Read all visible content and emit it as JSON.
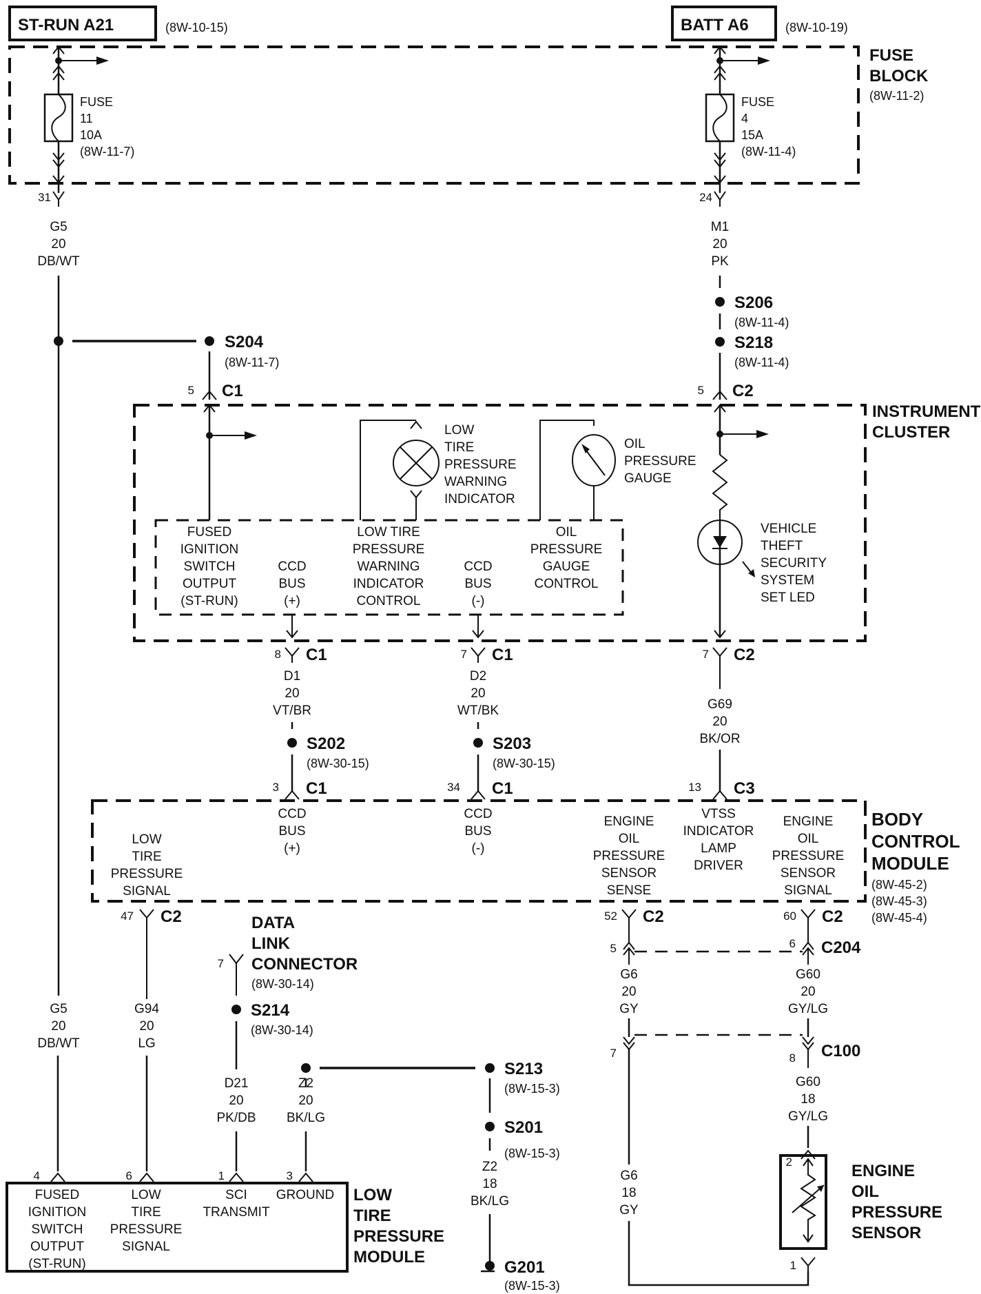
{
  "power_sources": {
    "st_run": {
      "label": "ST-RUN A21",
      "ref": "(8W-10-15)"
    },
    "batt": {
      "label": "BATT A6",
      "ref": "(8W-10-19)"
    }
  },
  "fuse_block": {
    "title_line1": "FUSE",
    "title_line2": "BLOCK",
    "ref": "(8W-11-2)",
    "fuse11": {
      "l1": "FUSE",
      "l2": "11",
      "l3": "10A",
      "l4": "(8W-11-7)",
      "pin": "31"
    },
    "fuse4": {
      "l1": "FUSE",
      "l2": "4",
      "l3": "15A",
      "l4": "(8W-11-4)",
      "pin": "24"
    }
  },
  "wires": {
    "g5_top": {
      "circuit": "G5",
      "gauge": "20",
      "color": "DB/WT"
    },
    "m1": {
      "circuit": "M1",
      "gauge": "20",
      "color": "PK"
    },
    "d1": {
      "circuit": "D1",
      "gauge": "20",
      "color": "VT/BR"
    },
    "d2": {
      "circuit": "D2",
      "gauge": "20",
      "color": "WT/BK"
    },
    "g69": {
      "circuit": "G69",
      "gauge": "20",
      "color": "BK/OR"
    },
    "g6_20": {
      "circuit": "G6",
      "gauge": "20",
      "color": "GY"
    },
    "g60_20": {
      "circuit": "G60",
      "gauge": "20",
      "color": "GY/LG"
    },
    "g60_18": {
      "circuit": "G60",
      "gauge": "18",
      "color": "GY/LG"
    },
    "g6_18": {
      "circuit": "G6",
      "gauge": "18",
      "color": "GY"
    },
    "g5_bot": {
      "circuit": "G5",
      "gauge": "20",
      "color": "DB/WT"
    },
    "g94": {
      "circuit": "G94",
      "gauge": "20",
      "color": "LG"
    },
    "d21": {
      "circuit": "D21",
      "gauge": "20",
      "color": "PK/DB"
    },
    "z2_20": {
      "circuit": "Z2",
      "gauge": "20",
      "color": "BK/LG"
    },
    "z2_18": {
      "circuit": "Z2",
      "gauge": "18",
      "color": "BK/LG"
    }
  },
  "splices": {
    "s204": {
      "id": "S204",
      "ref": "(8W-11-7)"
    },
    "s206": {
      "id": "S206",
      "ref": "(8W-11-4)"
    },
    "s218": {
      "id": "S218",
      "ref": "(8W-11-4)"
    },
    "s202": {
      "id": "S202",
      "ref": "(8W-30-15)"
    },
    "s203": {
      "id": "S203",
      "ref": "(8W-30-15)"
    },
    "s214": {
      "id": "S214",
      "ref": "(8W-30-14)"
    },
    "s213": {
      "id": "S213",
      "ref": "(8W-15-3)"
    },
    "s201": {
      "id": "S201",
      "ref": "(8W-15-3)"
    },
    "g201": {
      "id": "G201",
      "ref": "(8W-15-3)"
    }
  },
  "connectors": {
    "ic_c1_in": {
      "pin": "5",
      "name": "C1"
    },
    "ic_c2_in": {
      "pin": "5",
      "name": "C2"
    },
    "ic_c1_d1": {
      "pin": "8",
      "name": "C1"
    },
    "ic_c1_d2": {
      "pin": "7",
      "name": "C1"
    },
    "ic_c2_out": {
      "pin": "7",
      "name": "C2"
    },
    "bcm_c1_3": {
      "pin": "3",
      "name": "C1"
    },
    "bcm_c1_34": {
      "pin": "34",
      "name": "C1"
    },
    "bcm_c3_13": {
      "pin": "13",
      "name": "C3"
    },
    "bcm_c2_47": {
      "pin": "47",
      "name": "C2"
    },
    "bcm_c2_52": {
      "pin": "52",
      "name": "C2"
    },
    "bcm_c2_60": {
      "pin": "60",
      "name": "C2"
    },
    "c204_5": {
      "pin": "5"
    },
    "c204_6": {
      "pin": "6",
      "name": "C204"
    },
    "c100_7": {
      "pin": "7"
    },
    "c100_8": {
      "pin": "8",
      "name": "C100"
    },
    "dlc_7": {
      "pin": "7"
    },
    "ltpm_4": {
      "pin": "4"
    },
    "ltpm_6": {
      "pin": "6"
    },
    "ltpm_1": {
      "pin": "1"
    },
    "ltpm_3": {
      "pin": "3"
    },
    "sensor_2": {
      "pin": "2"
    },
    "sensor_1": {
      "pin": "1"
    }
  },
  "instrument_cluster": {
    "title_line1": "INSTRUMENT",
    "title_line2": "CLUSTER",
    "lamp_label": [
      "LOW",
      "TIRE",
      "PRESSURE",
      "WARNING",
      "INDICATOR"
    ],
    "gauge_label": [
      "OIL",
      "PRESSURE",
      "GAUGE"
    ],
    "led_label": [
      "VEHICLE",
      "THEFT",
      "SECURITY",
      "SYSTEM",
      "SET LED"
    ],
    "inner_labels": {
      "fused": [
        "FUSED",
        "IGNITION",
        "SWITCH",
        "OUTPUT",
        "(ST-RUN)"
      ],
      "ccd_pos": [
        "CCD",
        "BUS",
        "(+)"
      ],
      "ltp_ctrl": [
        "LOW TIRE",
        "PRESSURE",
        "WARNING",
        "INDICATOR",
        "CONTROL"
      ],
      "ccd_neg": [
        "CCD",
        "BUS",
        "(-)"
      ],
      "oil_ctrl": [
        "OIL",
        "PRESSURE",
        "GAUGE",
        "CONTROL"
      ]
    }
  },
  "body_control_module": {
    "title_line1": "BODY",
    "title_line2": "CONTROL",
    "title_line3": "MODULE",
    "refs": [
      "(8W-45-2)",
      "(8W-45-3)",
      "(8W-45-4)"
    ],
    "labels": {
      "ltp_signal": [
        "LOW",
        "TIRE",
        "PRESSURE",
        "SIGNAL"
      ],
      "ccd_pos": [
        "CCD",
        "BUS",
        "(+)"
      ],
      "ccd_neg": [
        "CCD",
        "BUS",
        "(-)"
      ],
      "eop_sense": [
        "ENGINE",
        "OIL",
        "PRESSURE",
        "SENSOR",
        "SENSE"
      ],
      "vtss": [
        "VTSS",
        "INDICATOR",
        "LAMP",
        "DRIVER"
      ],
      "eop_signal": [
        "ENGINE",
        "OIL",
        "PRESSURE",
        "SENSOR",
        "SIGNAL"
      ]
    }
  },
  "data_link_connector": {
    "title": [
      "DATA",
      "LINK",
      "CONNECTOR"
    ],
    "ref": "(8W-30-14)"
  },
  "low_tire_pressure_module": {
    "title": [
      "LOW",
      "TIRE",
      "PRESSURE",
      "MODULE"
    ],
    "labels": {
      "fused": [
        "FUSED",
        "IGNITION",
        "SWITCH",
        "OUTPUT",
        "(ST-RUN)"
      ],
      "ltp_signal": [
        "LOW",
        "TIRE",
        "PRESSURE",
        "SIGNAL"
      ],
      "sci": [
        "SCI",
        "TRANSMIT"
      ],
      "ground": [
        "GROUND"
      ]
    }
  },
  "engine_oil_pressure_sensor": {
    "title": [
      "ENGINE",
      "OIL",
      "PRESSURE",
      "SENSOR"
    ]
  }
}
